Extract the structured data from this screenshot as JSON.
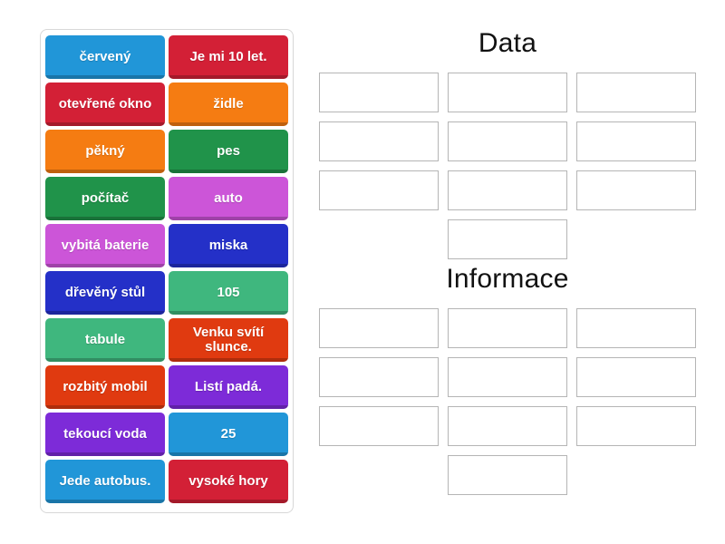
{
  "tiles": [
    {
      "label": "červený",
      "color": "#2196d8"
    },
    {
      "label": "Je mi 10 let.",
      "color": "#d32036"
    },
    {
      "label": "otevřené okno",
      "color": "#d32036"
    },
    {
      "label": "židle",
      "color": "#f57c12"
    },
    {
      "label": "pěkný",
      "color": "#f57c12"
    },
    {
      "label": "pes",
      "color": "#20934a"
    },
    {
      "label": "počítač",
      "color": "#20934a"
    },
    {
      "label": "auto",
      "color": "#cc55d8"
    },
    {
      "label": "vybitá baterie",
      "color": "#cc55d8"
    },
    {
      "label": "miska",
      "color": "#2430c8"
    },
    {
      "label": "dřevěný stůl",
      "color": "#2430c8"
    },
    {
      "label": "105",
      "color": "#3fb77e"
    },
    {
      "label": "tabule",
      "color": "#3fb77e"
    },
    {
      "label": "Venku svítí slunce.",
      "color": "#e03a10"
    },
    {
      "label": "rozbitý mobil",
      "color": "#e03a10"
    },
    {
      "label": "Listí padá.",
      "color": "#7d2bd8"
    },
    {
      "label": "tekoucí voda",
      "color": "#7d2bd8"
    },
    {
      "label": "25",
      "color": "#2196d8"
    },
    {
      "label": "Jede autobus.",
      "color": "#2196d8"
    },
    {
      "label": "vysoké hory",
      "color": "#d32036"
    }
  ],
  "zones": [
    {
      "title": "Data",
      "slots": 10,
      "slot_values": [
        "",
        "",
        "",
        "",
        "",
        "",
        "",
        "",
        "",
        ""
      ]
    },
    {
      "title": "Informace",
      "slots": 10,
      "slot_values": [
        "",
        "",
        "",
        "",
        "",
        "",
        "",
        "",
        "",
        ""
      ]
    }
  ],
  "theme": {
    "background": "#ffffff",
    "tray_border": "#d8d8d8",
    "slot_border": "#b5b5b5",
    "title_color": "#111111",
    "tile_text_color": "#ffffff"
  }
}
